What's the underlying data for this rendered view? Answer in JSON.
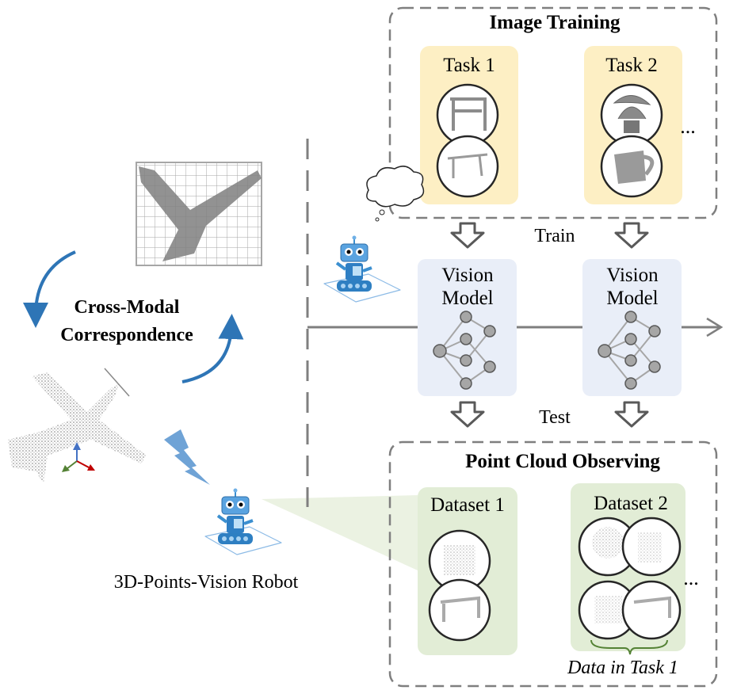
{
  "image_training": {
    "title": "Image Training",
    "tasks": [
      {
        "label": "Task 1"
      },
      {
        "label": "Task 2"
      }
    ],
    "ellipsis": "..."
  },
  "flow": {
    "train_label": "Train",
    "test_label": "Test"
  },
  "models": [
    {
      "line1": "Vision",
      "line2": "Model"
    },
    {
      "line1": "Vision",
      "line2": "Model"
    }
  ],
  "point_cloud_observing": {
    "title": "Point Cloud Observing",
    "datasets": [
      {
        "label": "Dataset 1"
      },
      {
        "label": "Dataset 2"
      }
    ],
    "ellipsis": "...",
    "brace_caption": "Data in Task 1"
  },
  "left": {
    "correspondence_line1": "Cross-Modal",
    "correspondence_line2": "Correspondence",
    "robot_caption": "3D-Points-Vision Robot"
  },
  "colors": {
    "task_fill": "#fdefc4",
    "model_fill": "#e9eef8",
    "dataset_fill": "#e2edd6",
    "arrow_blue": "#2e75b6",
    "robot_blue": "#3b8fd0",
    "dash_gray": "#7f7f7f"
  }
}
